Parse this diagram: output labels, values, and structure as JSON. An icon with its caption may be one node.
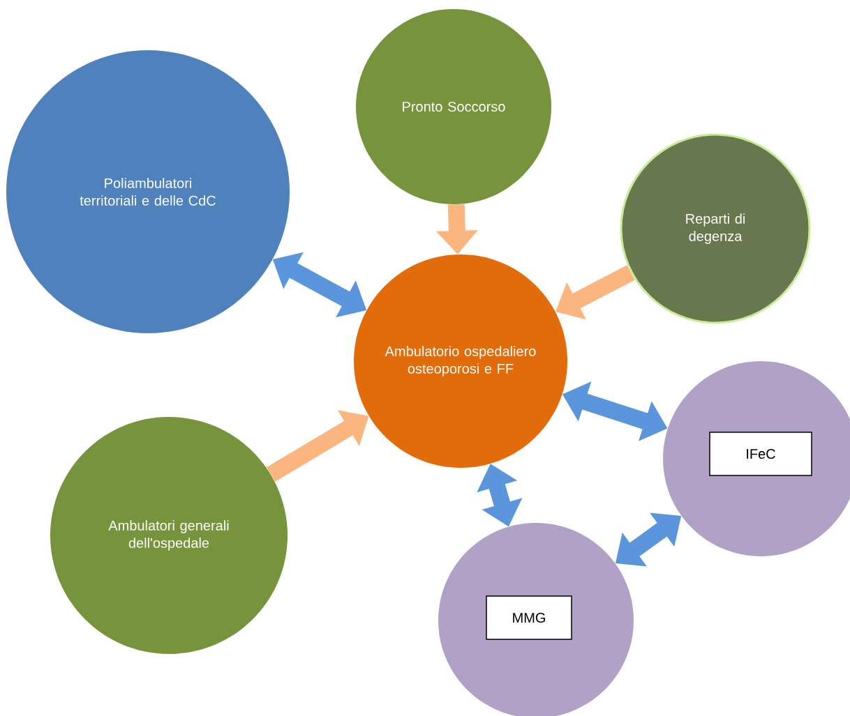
{
  "diagram": {
    "nodes": [
      {
        "text": [
          "Poliambulatori territoriali e delle CdC"
        ]
      },
      {
        "text": [
          "Pronto Soccorso"
        ]
      },
      {
        "text": [
          "Reparti di degenza"
        ]
      },
      {
        "text": [
          "Ambulatorio ospedaliero osteoporosi e FF"
        ]
      },
      {
        "text": [
          "Ambulatori generali dell'ospedale"
        ]
      },
      {
        "text": [],
        "shape": "circle"
      },
      {
        "text": [
          "IFeC"
        ],
        "in": 5
      },
      {
        "text": [],
        "shape": "circle"
      },
      {
        "text": [
          "MMG"
        ],
        "in": 7
      }
    ],
    "edges": [
      {
        "from": 0,
        "to": 3,
        "arrow": "both"
      },
      {
        "from": 1,
        "to": 3,
        "arrow": "to",
        "color": "#fbb57f"
      },
      {
        "from": 2,
        "to": 3,
        "arrow": "to",
        "color": "#fbb57f"
      },
      {
        "from": 4,
        "to": 3,
        "arrow": "to",
        "color": "#fbb57f"
      },
      {
        "from": 3,
        "to": 5,
        "arrow": "both"
      },
      {
        "from": 3,
        "to": 7,
        "arrow": "both"
      },
      {
        "from": 7,
        "to": 5,
        "arrow": "both"
      }
    ]
  }
}
